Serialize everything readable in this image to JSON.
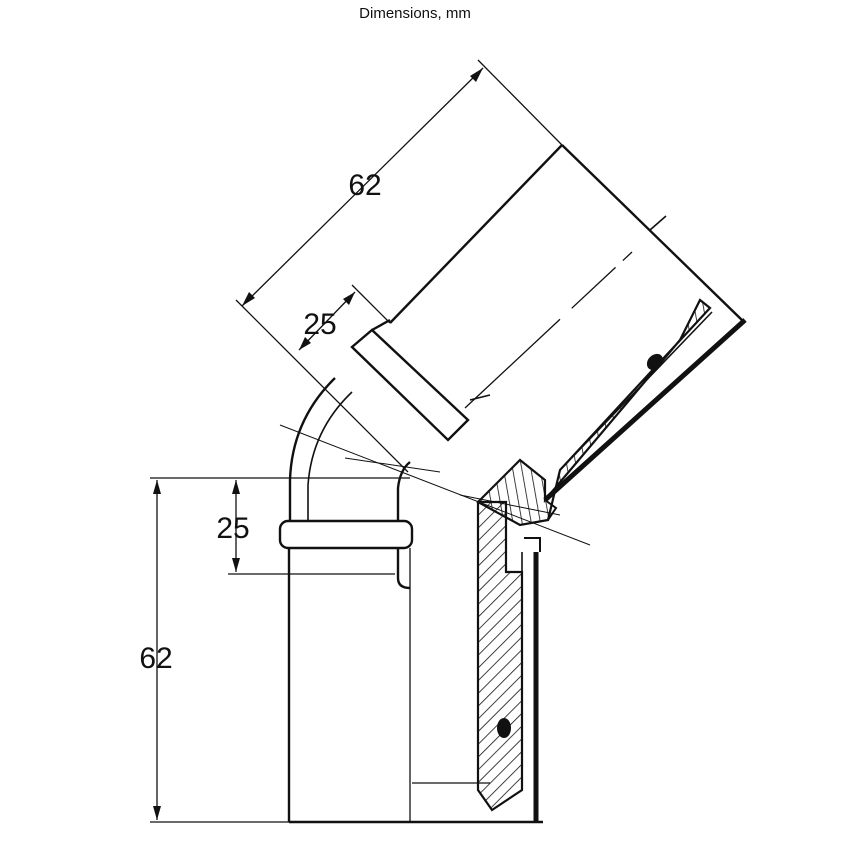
{
  "title": "Dimensions, mm",
  "dimensions": {
    "top_length": "62",
    "top_socket": "25",
    "left_socket": "25",
    "left_length": "62"
  },
  "colors": {
    "line": "#111111",
    "hatch": "#111111",
    "background": "#ffffff"
  }
}
